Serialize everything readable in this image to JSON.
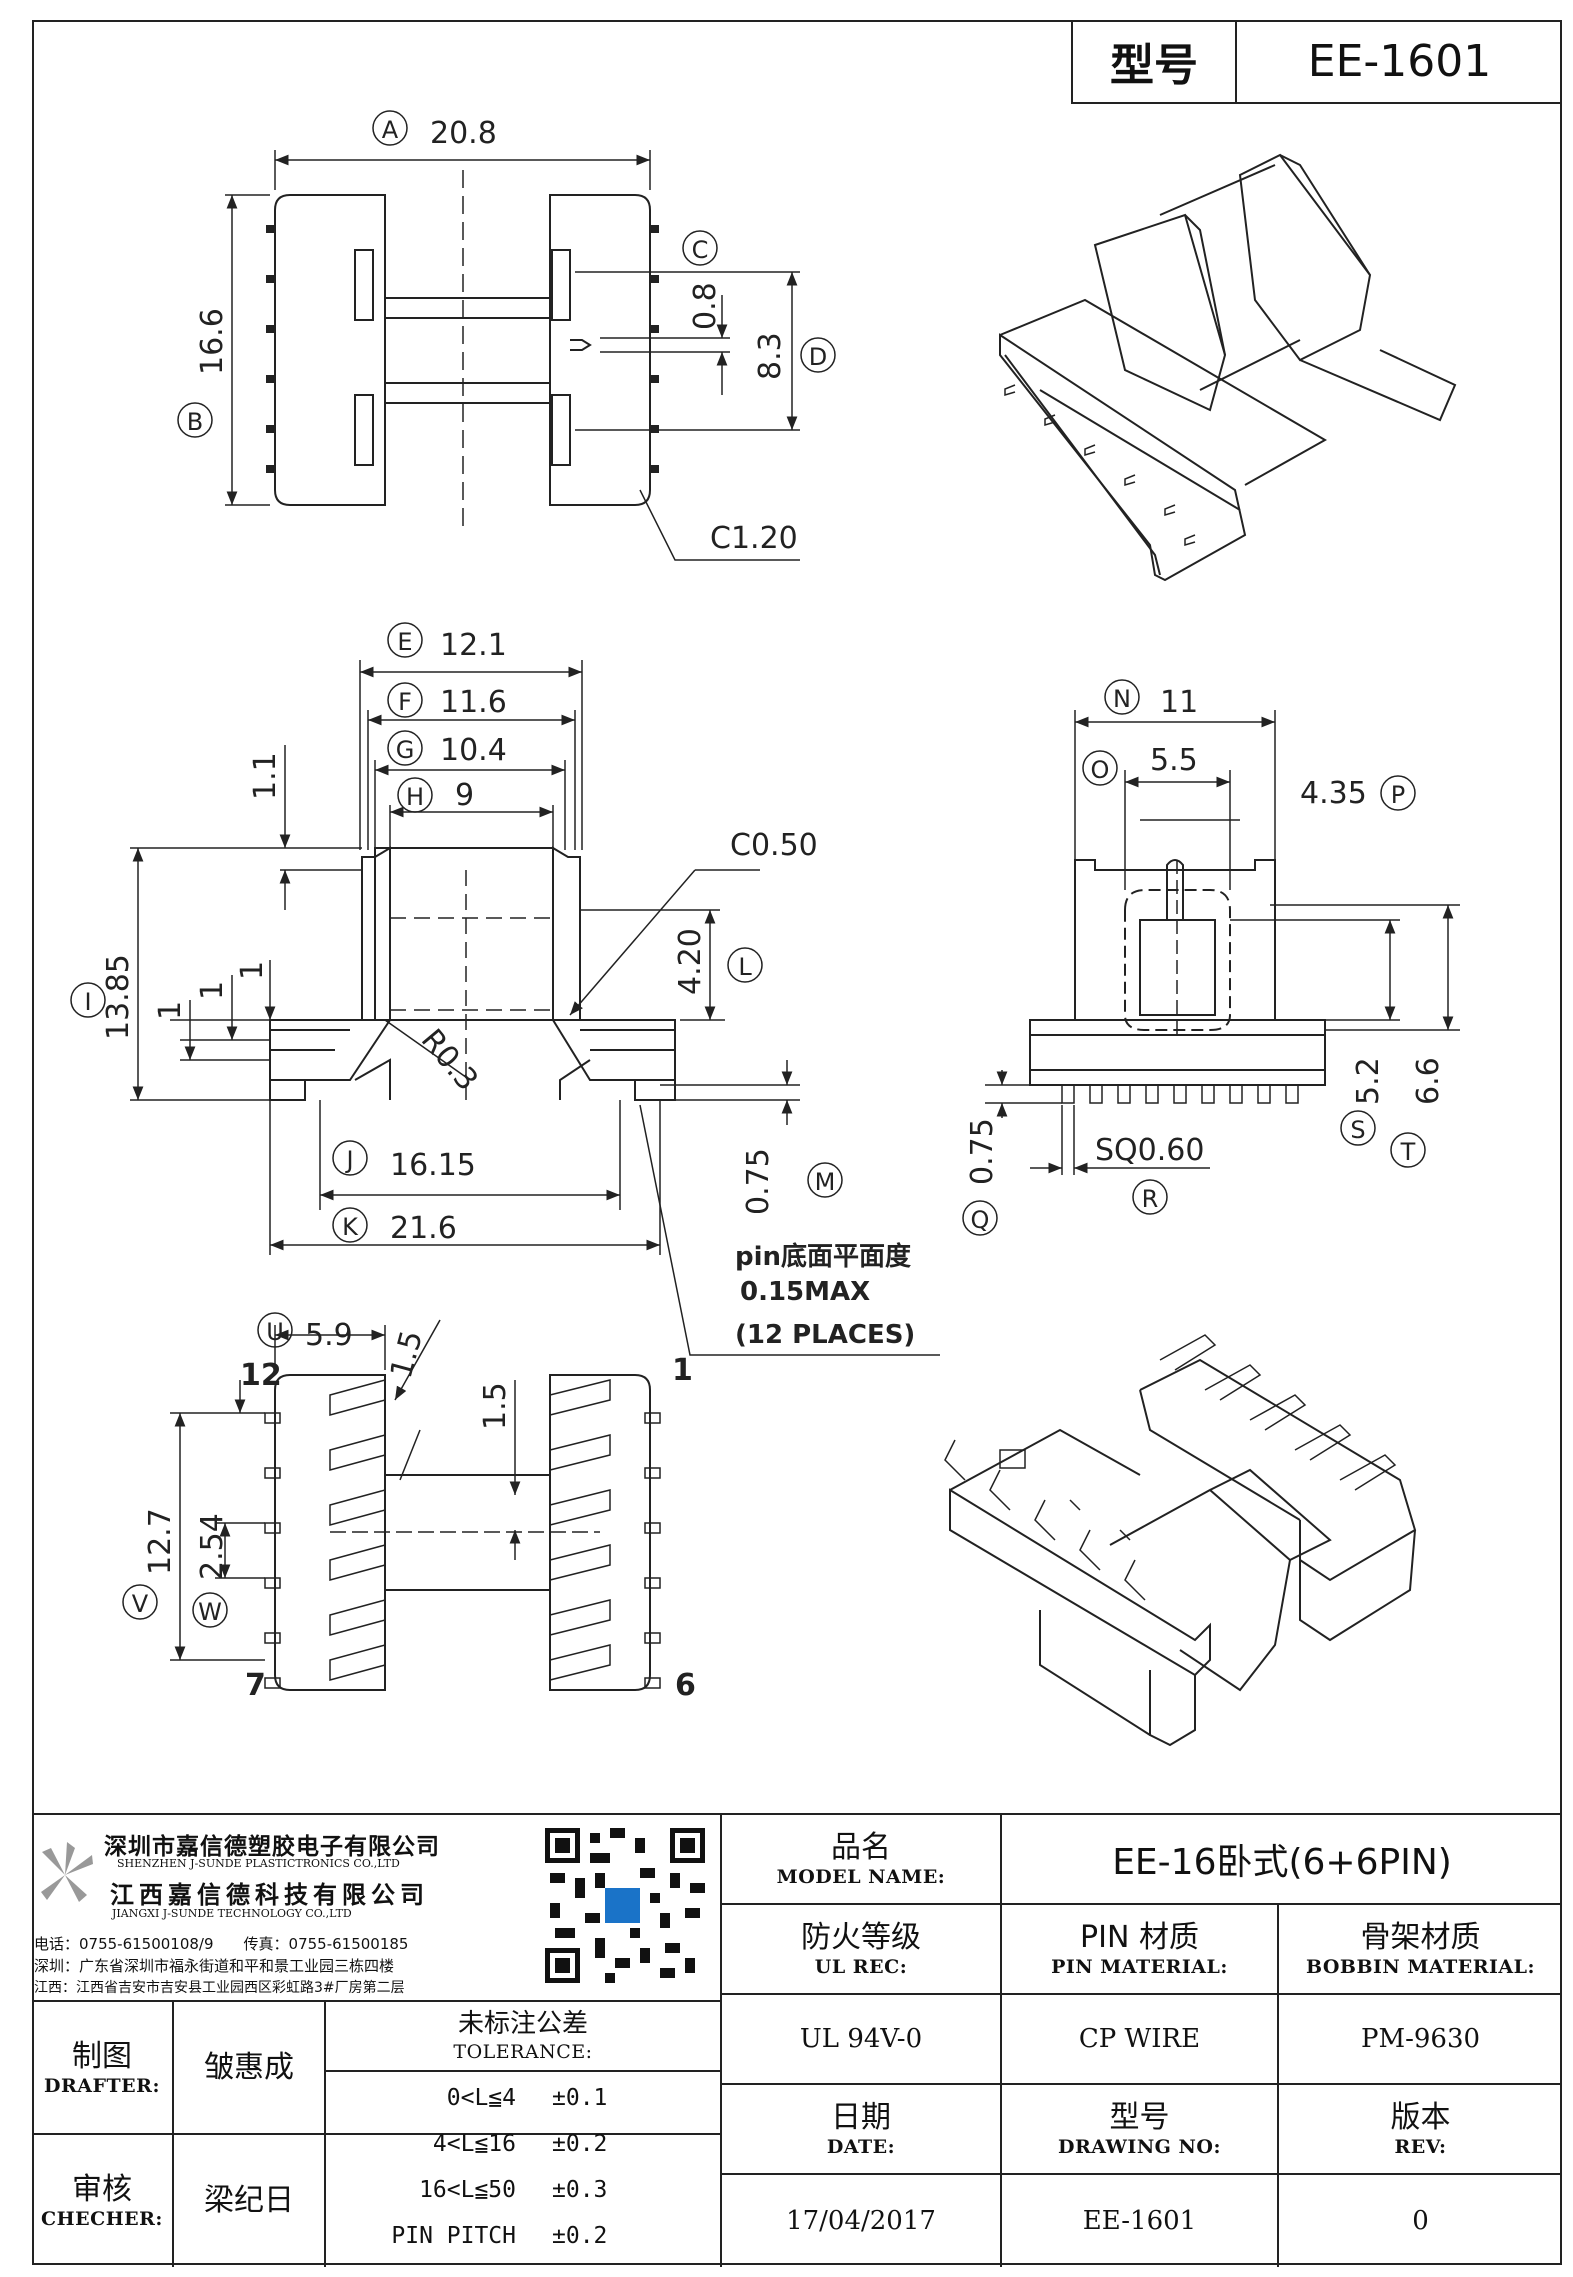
{
  "header": {
    "type_label": "型号",
    "type_value": "EE-1601"
  },
  "dims": {
    "A": {
      "tag": "A",
      "value": "20.8"
    },
    "B": {
      "tag": "B",
      "value": "16.6"
    },
    "C": {
      "tag": "C",
      "value": "0.8"
    },
    "D": {
      "tag": "D",
      "value": "8.3"
    },
    "c120": "C1.20",
    "E": {
      "tag": "E",
      "value": "12.1"
    },
    "F": {
      "tag": "F",
      "value": "11.6"
    },
    "G": {
      "tag": "G",
      "value": "10.4"
    },
    "H": {
      "tag": "H",
      "value": "9"
    },
    "h11": "1.1",
    "c050": "C0.50",
    "I": {
      "tag": "I",
      "value": "13.85"
    },
    "L": {
      "tag": "L",
      "value": "4.20"
    },
    "one_a": "1",
    "one_b": "1",
    "one_c": "1",
    "r03": "R0.3",
    "J": {
      "tag": "J",
      "value": "16.15"
    },
    "K": {
      "tag": "K",
      "value": "21.6"
    },
    "M": {
      "tag": "M",
      "value": "0.75"
    },
    "N": {
      "tag": "N",
      "value": "11"
    },
    "O": {
      "tag": "O",
      "value": "5.5"
    },
    "P": {
      "tag": "P",
      "value": "4.35"
    },
    "S": {
      "tag": "S",
      "value": "5.2"
    },
    "T": {
      "tag": "T",
      "value": "6.6"
    },
    "Q": {
      "tag": "Q",
      "value": "0.75"
    },
    "R": {
      "tag": "R",
      "value": "SQ0.60"
    },
    "U": {
      "tag": "U",
      "value": "5.9"
    },
    "d15a": "1.5",
    "d15b": "1.5",
    "V": {
      "tag": "V",
      "value": "12.7"
    },
    "W": {
      "tag": "W",
      "value": "2.54"
    }
  },
  "note": {
    "line1": "pin底面平面度",
    "line2": "0.15MAX",
    "line3": "(12 PLACES)"
  },
  "pins": {
    "p12": "12",
    "p1": "1",
    "p7": "7",
    "p6": "6"
  },
  "company": {
    "name_sz": "深圳市嘉信德塑胶电子有限公司",
    "name_sz_en": "SHENZHEN J-SUNDE PLASTICTRONICS CO.,LTD",
    "name_jx": "江西嘉信德科技有限公司",
    "name_jx_en": "JIANGXI J-SUNDE TECHNOLOGY CO.,LTD",
    "tel": "电话：0755-61500108/9　　传真：0755-61500185",
    "addr_sz": "深圳：广东省深圳市福永街道和平和景工业园三栋四楼",
    "addr_jx": "江西：江西省吉安市吉安县工业园西区彩虹路3#厂房第二层"
  },
  "titleblock": {
    "model_zh": "品名",
    "model_en": "MODEL NAME:",
    "model_val": "EE-16卧式(6+6PIN)",
    "ul_zh": "防火等级",
    "ul_en": "UL REC:",
    "ul_val": "UL 94V-0",
    "pin_zh": "PIN 材质",
    "pin_en": "PIN MATERIAL:",
    "pin_val": "CP WIRE",
    "bob_zh": "骨架材质",
    "bob_en": "BOBBIN MATERIAL:",
    "bob_val": "PM-9630",
    "drafter_zh": "制图",
    "drafter_en": "DRAFTER:",
    "drafter_val": "皱惠成",
    "checker_zh": "审核",
    "checker_en": "CHECHER:",
    "checker_val": "梁纪日",
    "tol_zh": "未标注公差",
    "tol_en": "TOLERANCE:",
    "tol_rows": [
      {
        "range": "0<L≦4",
        "val": "±0.1"
      },
      {
        "range": "4<L≦16",
        "val": "±0.2"
      },
      {
        "range": "16<L≦50",
        "val": "±0.3"
      },
      {
        "range": "PIN PITCH",
        "val": "±0.2"
      }
    ],
    "date_zh": "日期",
    "date_en": "DATE:",
    "date_val": "17/04/2017",
    "dwg_zh": "型号",
    "dwg_en": "DRAWING NO:",
    "dwg_val": "EE-1601",
    "rev_zh": "版本",
    "rev_en": "REV:",
    "rev_val": "0"
  }
}
